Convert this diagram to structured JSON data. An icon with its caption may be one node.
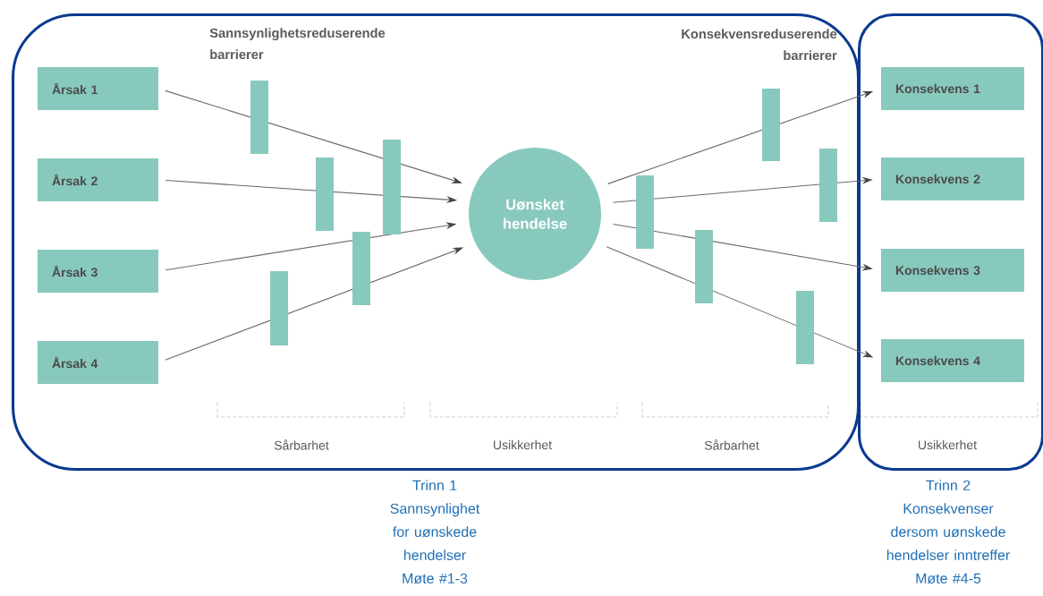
{
  "diagram": {
    "nodes": [
      {
        "text": [],
        "shape": "box",
        "beside": [
          "Trinn 1",
          "Sannsynlighet for uønskede hendelser",
          "Møte #1-3"
        ]
      },
      {
        "text": [],
        "shape": "box",
        "beside": [
          "Trinn 2",
          "Konsekvenser dersom uønskede hendelser inntreffer",
          "Møte #4-5"
        ]
      },
      {
        "text": [
          "Årsak 1"
        ],
        "in": 0
      },
      {
        "text": [
          "Årsak 2"
        ],
        "in": 0
      },
      {
        "text": [
          "Årsak 3"
        ],
        "in": 0
      },
      {
        "text": [
          "Årsak 4"
        ],
        "in": 0
      },
      {
        "text": [
          "Uønsket hendelse"
        ],
        "in": 0
      },
      {
        "text": [
          "Konsekvens 1"
        ],
        "in": 1
      },
      {
        "text": [
          "Konsekvens 2"
        ],
        "in": 1
      },
      {
        "text": [
          "Konsekvens 3"
        ],
        "in": 1
      },
      {
        "text": [
          "Konsekvens 4"
        ],
        "in": 1
      }
    ],
    "edges": [
      {
        "from": 2,
        "to": 6,
        "arrow": "to"
      },
      {
        "from": 3,
        "to": 6,
        "arrow": "to"
      },
      {
        "from": 4,
        "to": 6,
        "arrow": "to"
      },
      {
        "from": 5,
        "to": 6,
        "arrow": "to"
      },
      {
        "from": 6,
        "to": 7,
        "arrow": "to"
      },
      {
        "from": 6,
        "to": 8,
        "arrow": "to"
      },
      {
        "from": 6,
        "to": 9,
        "arrow": "to"
      },
      {
        "from": 6,
        "to": 10,
        "arrow": "to"
      }
    ],
    "labels": [
      "Sannsynlighetsreduserende barrierer",
      "Konsekvensreduserende barrierer",
      "Sårbarhet",
      "Usikkerhet",
      "Sårbarhet",
      "Usikkerhet"
    ]
  }
}
